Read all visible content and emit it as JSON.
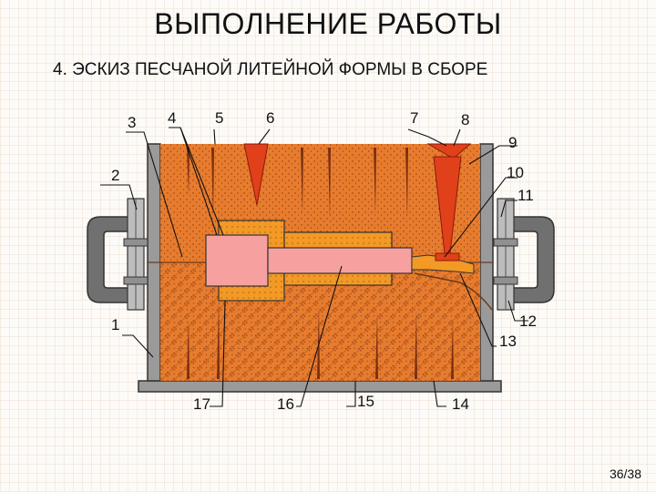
{
  "slide": {
    "title": "ВЫПОЛНЕНИЕ РАБОТЫ",
    "subtitle": "4. ЭСКИЗ ПЕСЧАНОЙ ЛИТЕЙНОЙ ФОРМЫ В СБОРЕ",
    "page_number": "36/38"
  },
  "colors": {
    "background": "#fdfbf8",
    "sand": "#e77c2e",
    "sand_dots": "#8a3a10",
    "flask": "#8c8c8c",
    "casting": "#f7a0a0",
    "core_print": "#f29a25",
    "sprue": "#e0401a",
    "clamp": "#707070"
  },
  "labels": [
    "1",
    "2",
    "3",
    "4",
    "5",
    "6",
    "7",
    "8",
    "9",
    "10",
    "11",
    "12",
    "13",
    "14",
    "15",
    "16",
    "17"
  ]
}
